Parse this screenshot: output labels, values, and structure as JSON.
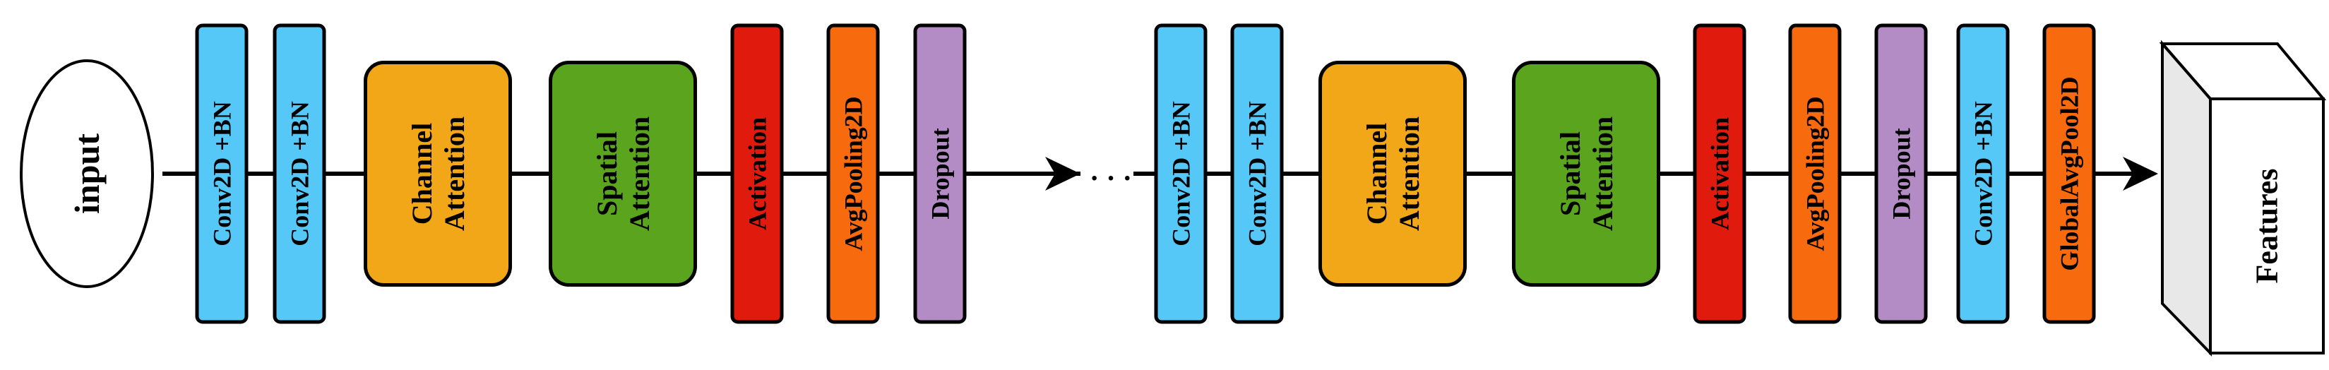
{
  "input_label": "input",
  "ellipsis": "· · ·",
  "output_label": "Features",
  "colors": {
    "conv": "#55c8f7",
    "attention_channel": "#f2a718",
    "attention_spatial": "#5ba51e",
    "activation": "#e01a0c",
    "pool": "#f86a0e",
    "dropout": "#b48cc5",
    "stroke": "#000000"
  },
  "stage_one": [
    {
      "label": "Conv2D +BN",
      "type": "conv"
    },
    {
      "label": "Conv2D +BN",
      "type": "conv"
    },
    {
      "label": "Channel\nAttention",
      "type": "attention_channel"
    },
    {
      "label": "Spatial\nAttention",
      "type": "attention_spatial"
    },
    {
      "label": "Activation",
      "type": "activation"
    },
    {
      "label": "AvgPooling2D",
      "type": "pool"
    },
    {
      "label": "Dropout",
      "type": "dropout"
    }
  ],
  "stage_two": [
    {
      "label": "Conv2D +BN",
      "type": "conv"
    },
    {
      "label": "Conv2D +BN",
      "type": "conv"
    },
    {
      "label": "Channel\nAttention",
      "type": "attention_channel"
    },
    {
      "label": "Spatial\nAttention",
      "type": "attention_spatial"
    },
    {
      "label": "Activation",
      "type": "activation"
    },
    {
      "label": "AvgPooling2D",
      "type": "pool"
    },
    {
      "label": "Dropout",
      "type": "dropout"
    },
    {
      "label": "Conv2D +BN",
      "type": "conv"
    },
    {
      "label": "GlobalAvgPool2D",
      "type": "pool"
    }
  ]
}
